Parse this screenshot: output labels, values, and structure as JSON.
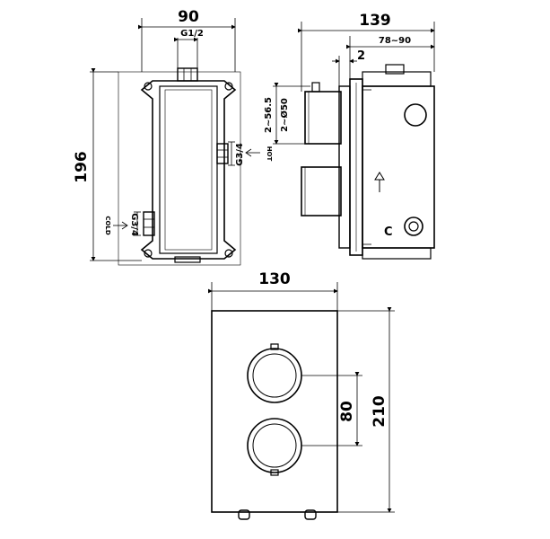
{
  "front_view": {
    "width_dim": "90",
    "height_dim": "196",
    "top_inlet": "G1/2",
    "hot_label": "HOT",
    "hot_thread": "G3/4",
    "cold_label": "COLD",
    "cold_thread": "G3/4"
  },
  "side_view": {
    "depth_dim": "139",
    "range_dim": "78~90",
    "wall_dim": "2",
    "stem_length_dim": "2~56.5",
    "stem_dia_dim": "2~Ø50",
    "cold_mark": "C",
    "flow_arrow": "arrow-up"
  },
  "trim_plate": {
    "width_dim": "130",
    "height_dim": "210",
    "spacing_dim": "80"
  }
}
